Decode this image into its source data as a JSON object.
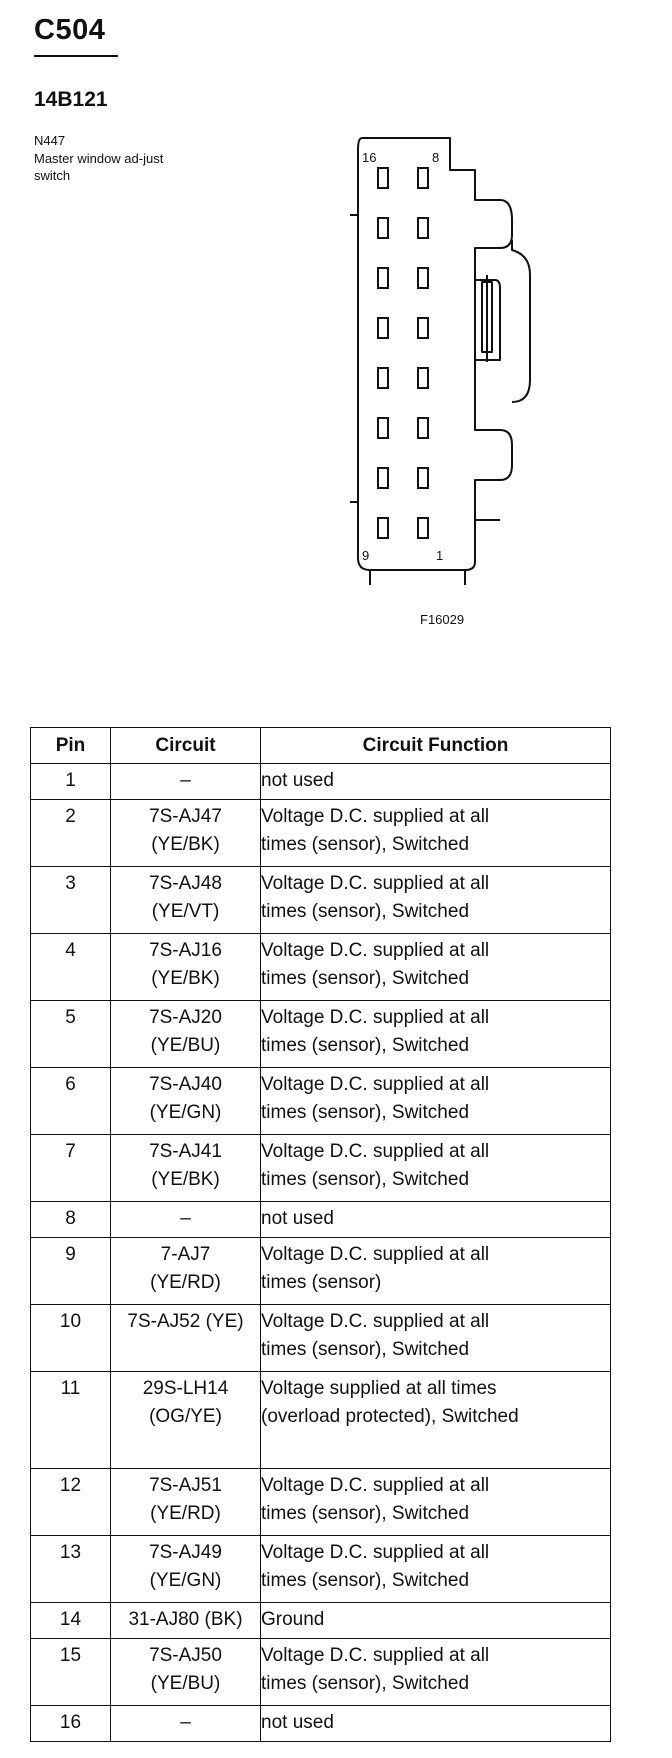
{
  "header": {
    "connector_id": "C504",
    "part_number": "14B121",
    "component_code": "N447",
    "component_desc": "Master window ad-just switch"
  },
  "diagram": {
    "pin_16": "16",
    "pin_8": "8",
    "pin_9": "9",
    "pin_1": "1",
    "figure_id": "F16029"
  },
  "table": {
    "headers": [
      "Pin",
      "Circuit",
      "Circuit Function"
    ],
    "rows": [
      {
        "pin": "1",
        "circuit_1": "–",
        "circuit_2": "",
        "function_1": "not used",
        "function_2": ""
      },
      {
        "pin": "2",
        "circuit_1": "7S-AJ47",
        "circuit_2": "(YE/BK)",
        "function_1": "Voltage D.C. supplied at all",
        "function_2": "times (sensor), Switched"
      },
      {
        "pin": "3",
        "circuit_1": "7S-AJ48",
        "circuit_2": "(YE/VT)",
        "function_1": "Voltage D.C. supplied at all",
        "function_2": "times (sensor), Switched"
      },
      {
        "pin": "4",
        "circuit_1": "7S-AJ16",
        "circuit_2": "(YE/BK)",
        "function_1": "Voltage D.C. supplied at all",
        "function_2": "times (sensor), Switched"
      },
      {
        "pin": "5",
        "circuit_1": "7S-AJ20",
        "circuit_2": "(YE/BU)",
        "function_1": "Voltage D.C. supplied at all",
        "function_2": "times (sensor), Switched"
      },
      {
        "pin": "6",
        "circuit_1": "7S-AJ40",
        "circuit_2": "(YE/GN)",
        "function_1": "Voltage D.C. supplied at all",
        "function_2": "times (sensor), Switched"
      },
      {
        "pin": "7",
        "circuit_1": "7S-AJ41",
        "circuit_2": "(YE/BK)",
        "function_1": "Voltage D.C. supplied at all",
        "function_2": "times (sensor), Switched"
      },
      {
        "pin": "8",
        "circuit_1": "–",
        "circuit_2": "",
        "function_1": "not used",
        "function_2": ""
      },
      {
        "pin": "9",
        "circuit_1": "7-AJ7",
        "circuit_2": "(YE/RD)",
        "function_1": "Voltage D.C. supplied at all",
        "function_2": "times (sensor)"
      },
      {
        "pin": "10",
        "circuit_1": "7S-AJ52 (YE)",
        "circuit_2": "",
        "function_1": "Voltage D.C. supplied at all",
        "function_2": "times (sensor), Switched"
      },
      {
        "pin": "11",
        "circuit_1": "29S-LH14",
        "circuit_2": "(OG/YE)",
        "function_1": "Voltage supplied at all times",
        "function_2": "(overload protected), Switched"
      },
      {
        "pin": "12",
        "circuit_1": "7S-AJ51",
        "circuit_2": "(YE/RD)",
        "function_1": "Voltage D.C. supplied at all",
        "function_2": "times (sensor), Switched"
      },
      {
        "pin": "13",
        "circuit_1": "7S-AJ49",
        "circuit_2": "(YE/GN)",
        "function_1": "Voltage D.C. supplied at all",
        "function_2": "times (sensor), Switched"
      },
      {
        "pin": "14",
        "circuit_1": "31-AJ80 (BK)",
        "circuit_2": "",
        "function_1": "Ground",
        "function_2": ""
      },
      {
        "pin": "15",
        "circuit_1": "7S-AJ50",
        "circuit_2": "(YE/BU)",
        "function_1": "Voltage D.C. supplied at all",
        "function_2": "times (sensor), Switched"
      },
      {
        "pin": "16",
        "circuit_1": "–",
        "circuit_2": "",
        "function_1": "not used",
        "function_2": ""
      }
    ]
  }
}
